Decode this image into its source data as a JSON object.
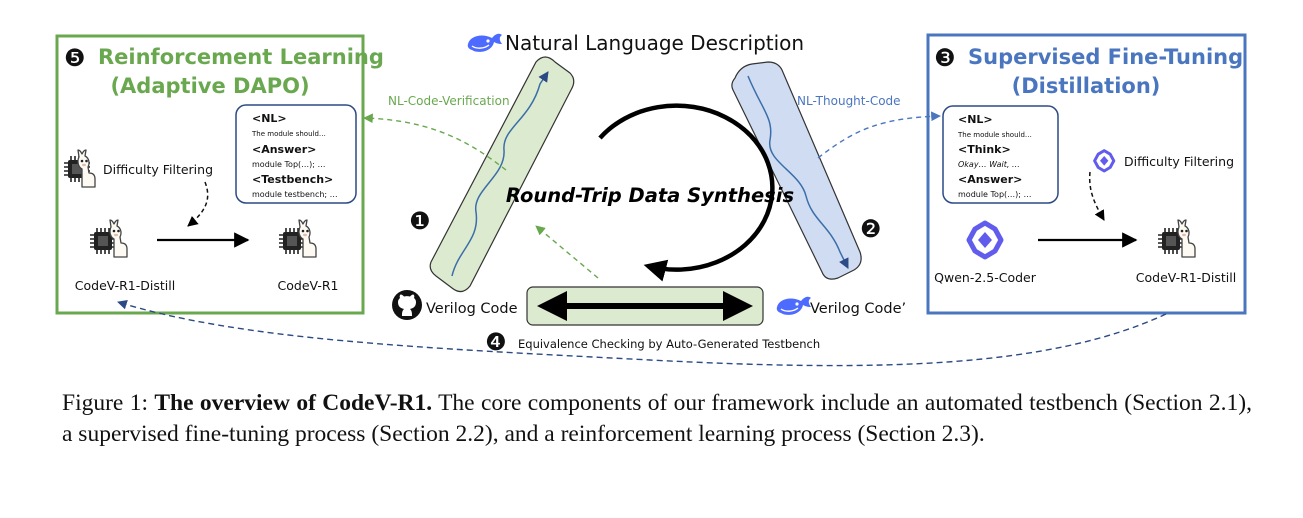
{
  "colors": {
    "rl_green": "#6aa84f",
    "sft_blue": "#4a76bf",
    "deepseek_blue": "#4d6bfe",
    "qwen_purple": "#615ced",
    "green_band": "#dcebcf",
    "blue_band": "#cfdcf2"
  },
  "icons": {
    "deepseek": "whale-icon",
    "github": "github-icon",
    "qwen": "qwen-icon",
    "llama": "llama-icon",
    "chip": "chip-icon"
  },
  "top": {
    "title": "Natural Language Description"
  },
  "center": {
    "label": "Round-Trip Data Synthesis"
  },
  "steps": {
    "s1": "❶",
    "s2": "❷",
    "s3": "❸",
    "s4": "❹",
    "s5": "❺"
  },
  "arrows": {
    "nl_code_verification": "NL-Code-Verification",
    "nl_thought_code": "NL-Thought-Code"
  },
  "bottom": {
    "verilog": "Verilog Code",
    "verilog_prime": "Verilog Code’",
    "equivalence": "Equivalence Checking by Auto-Generated Testbench"
  },
  "rl": {
    "title1": "Reinforcement Learning",
    "title2": "(Adaptive DAPO)",
    "card": {
      "nl_tag": "<NL>",
      "nl_text": "The module should…",
      "answer_tag": "<Answer>",
      "answer_text": "module  Top(…); …",
      "testbench_tag": "<Testbench>",
      "testbench_text": "module  testbench; …"
    },
    "filtering": "Difficulty Filtering",
    "from_model": "CodeV-R1-Distill",
    "to_model": "CodeV-R1"
  },
  "sft": {
    "title1": "Supervised Fine-Tuning",
    "title2": "(Distillation)",
    "card": {
      "nl_tag": "<NL>",
      "nl_text": "The module should…",
      "think_tag": "<Think>",
      "think_text": "Okay… Wait, …",
      "answer_tag": "<Answer>",
      "answer_text": "module  Top(…); …"
    },
    "filtering": "Difficulty Filtering",
    "from_model": "Qwen-2.5-Coder",
    "to_model": "CodeV-R1-Distill"
  },
  "caption": {
    "prefix": "Figure 1: ",
    "bold": "The overview of CodeV-R1.",
    "rest": " The core components of our framework include an automated testbench (Section 2.1), a supervised fine-tuning process (Section 2.2), and a reinforcement learning process (Section 2.3)."
  }
}
